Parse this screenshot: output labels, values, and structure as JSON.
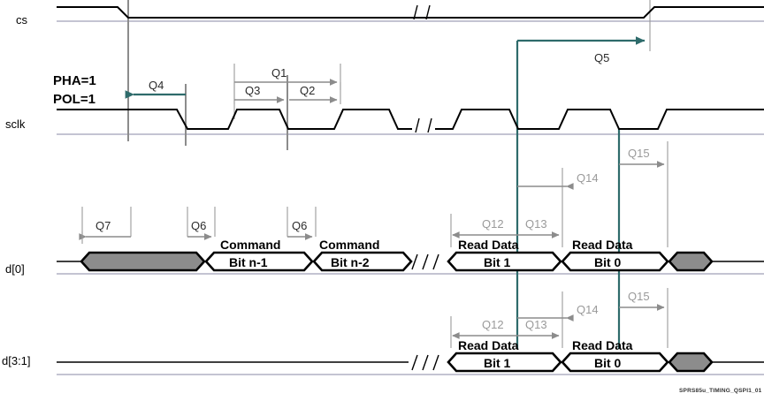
{
  "figure": {
    "caption": "SPRS85u_TIMING_QSPI1_01",
    "mode_note_line1": "PHA=1",
    "mode_note_line2": "POL=1"
  },
  "signals": [
    {
      "name": "cs",
      "label": "cs"
    },
    {
      "name": "sclk",
      "label": "sclk"
    },
    {
      "name": "d0",
      "label": "d[0]"
    },
    {
      "name": "d31",
      "label": "d[3:1]"
    }
  ],
  "timing_params": [
    {
      "id": "Q1",
      "label": "Q1",
      "color": "#2b2b2b"
    },
    {
      "id": "Q2",
      "label": "Q2",
      "color": "#2b2b2b"
    },
    {
      "id": "Q3",
      "label": "Q3",
      "color": "#2b2b2b"
    },
    {
      "id": "Q4",
      "label": "Q4",
      "color": "#2b2b2b"
    },
    {
      "id": "Q5",
      "label": "Q5",
      "color": "#2b2b2b"
    },
    {
      "id": "Q6a",
      "label": "Q6",
      "color": "#2b2b2b"
    },
    {
      "id": "Q6b",
      "label": "Q6",
      "color": "#2b2b2b"
    },
    {
      "id": "Q7",
      "label": "Q7",
      "color": "#2b2b2b"
    },
    {
      "id": "Q12a",
      "label": "Q12",
      "color": "#9a9a9a"
    },
    {
      "id": "Q13a",
      "label": "Q13",
      "color": "#9a9a9a"
    },
    {
      "id": "Q14a",
      "label": "Q14",
      "color": "#9a9a9a"
    },
    {
      "id": "Q15a",
      "label": "Q15",
      "color": "#9a9a9a"
    },
    {
      "id": "Q12b",
      "label": "Q12",
      "color": "#9a9a9a"
    },
    {
      "id": "Q13b",
      "label": "Q13",
      "color": "#9a9a9a"
    },
    {
      "id": "Q14b",
      "label": "Q14",
      "color": "#9a9a9a"
    },
    {
      "id": "Q15b",
      "label": "Q15",
      "color": "#9a9a9a"
    }
  ],
  "d0_cells": [
    {
      "top": "",
      "bottom": "",
      "fill": "gray"
    },
    {
      "top": "Command",
      "bottom": "Bit n-1",
      "fill": "white"
    },
    {
      "top": "Command",
      "bottom": "Bit n-2",
      "fill": "white"
    },
    {
      "top": "Read Data",
      "bottom": "Bit 1",
      "fill": "white"
    },
    {
      "top": "Read Data",
      "bottom": "Bit 0",
      "fill": "white"
    },
    {
      "top": "",
      "bottom": "",
      "fill": "gray"
    }
  ],
  "d31_cells": [
    {
      "top": "Read Data",
      "bottom": "Bit 1",
      "fill": "white"
    },
    {
      "top": "Read Data",
      "bottom": "Bit 0",
      "fill": "white"
    },
    {
      "top": "",
      "bottom": "",
      "fill": "gray"
    }
  ],
  "colors": {
    "accent_teal": "#2e6b6b",
    "block_gray": "#8c8c8c",
    "dim_gray": "#9a9a9a",
    "baseline": "#a0a0b8",
    "wave_black": "#000000"
  },
  "text": {
    "cs_label": "cs",
    "sclk_label": "sclk",
    "d0_label": "d[0]",
    "d31_label": "d[3:1]",
    "pha": "PHA=1",
    "pol": "POL=1",
    "q1": "Q1",
    "q2": "Q2",
    "q3": "Q3",
    "q4": "Q4",
    "q5": "Q5",
    "q6_first": "Q6",
    "q6_second": "Q6",
    "q7": "Q7",
    "q12_top": "Q12",
    "q13_top": "Q13",
    "q14_top": "Q14",
    "q15_top": "Q15",
    "q12_bot": "Q12",
    "q13_bot": "Q13",
    "q14_bot": "Q14",
    "q15_bot": "Q15",
    "cmd_n1_top": "Command",
    "cmd_n1_bot": "Bit n-1",
    "cmd_n2_top": "Command",
    "cmd_n2_bot": "Bit n-2",
    "rd1_top": "Read Data",
    "rd1_bot": "Bit 1",
    "rd0_top": "Read Data",
    "rd0_bot": "Bit 0",
    "rd1b_top": "Read Data",
    "rd1b_bot": "Bit 1",
    "rd0b_top": "Read Data",
    "rd0b_bot": "Bit 0",
    "caption": "SPRS85u_TIMING_QSPI1_01"
  }
}
